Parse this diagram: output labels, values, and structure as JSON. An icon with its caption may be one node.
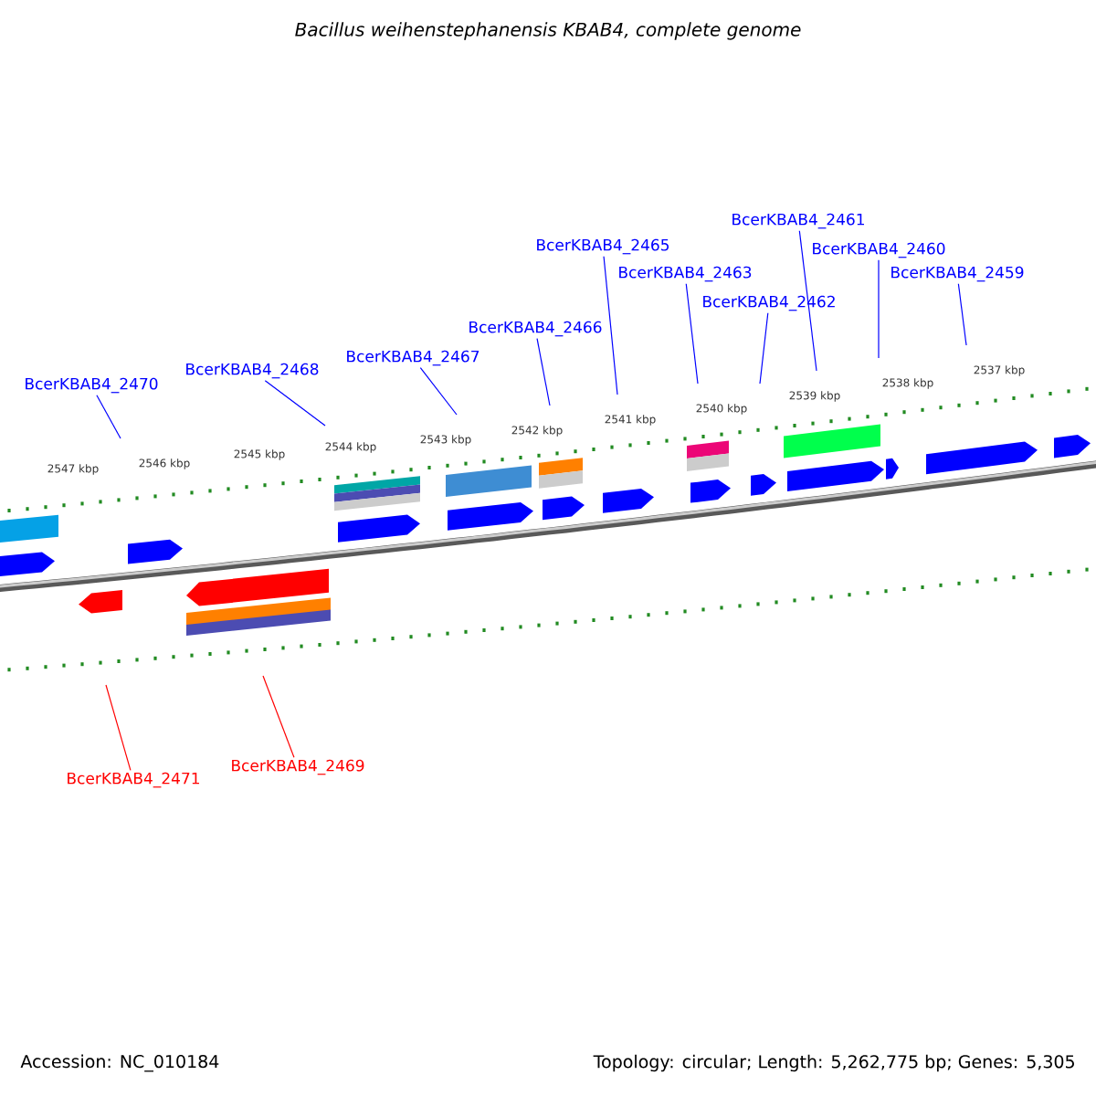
{
  "diagram": {
    "title": "Bacillus weihenstephanensis KBAB4, complete genome",
    "nodes": [
      {
        "text": [
          "BcerKBAB4_2461"
        ]
      },
      {
        "text": [
          "BcerKBAB4_2465"
        ]
      },
      {
        "text": [
          "BcerKBAB4_2460"
        ]
      },
      {
        "text": [
          "BcerKBAB4_2463"
        ]
      },
      {
        "text": [
          "BcerKBAB4_2459"
        ]
      },
      {
        "text": [
          "BcerKBAB4_2462"
        ]
      },
      {
        "text": [
          "BcerKBAB4_2466"
        ]
      },
      {
        "text": [
          "BcerKBAB4_2467"
        ]
      },
      {
        "text": [
          "BcerKBAB4_2468"
        ]
      },
      {
        "text": [
          "BcerKBAB4_2470"
        ]
      },
      {
        "text": [
          "BcerKBAB4_2469"
        ]
      },
      {
        "text": [
          "BcerKBAB4_2471"
        ]
      }
    ],
    "edges": [
      {
        "from": 0,
        "to": null,
        "arrow": "none"
      },
      {
        "from": 1,
        "to": null,
        "arrow": "none"
      },
      {
        "from": 2,
        "to": null,
        "arrow": "none"
      },
      {
        "from": 3,
        "to": null,
        "arrow": "none"
      },
      {
        "from": 4,
        "to": null,
        "arrow": "none"
      },
      {
        "from": 5,
        "to": null,
        "arrow": "none"
      },
      {
        "from": 6,
        "to": null,
        "arrow": "none"
      },
      {
        "from": 7,
        "to": null,
        "arrow": "none"
      },
      {
        "from": 8,
        "to": null,
        "arrow": "none"
      },
      {
        "from": 9,
        "to": null,
        "arrow": "none"
      },
      {
        "from": 10,
        "to": null,
        "arrow": "none",
        "color": "#ff0000"
      },
      {
        "from": 11,
        "to": null,
        "arrow": "none",
        "color": "#ff0000"
      }
    ],
    "labels": [
      "2537 kbp",
      "2538 kbp",
      "2539 kbp",
      "2540 kbp",
      "2541 kbp",
      "2542 kbp",
      "2543 kbp",
      "2544 kbp",
      "2545 kbp",
      "2546 kbp",
      "2547 kbp",
      "Accession: NC_010184",
      "Topology: circular; Length: 5,262,775 bp; Genes: 5,305"
    ]
  }
}
